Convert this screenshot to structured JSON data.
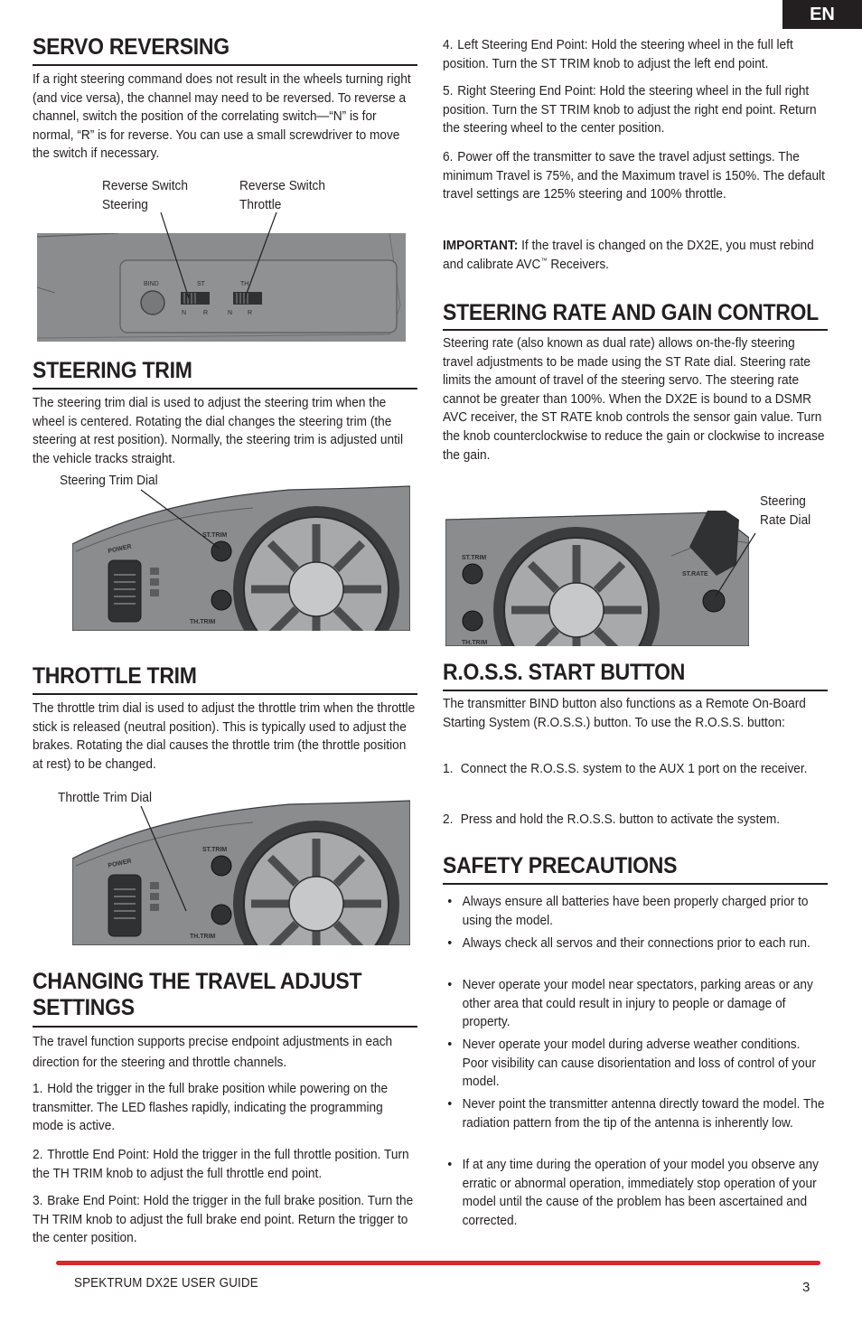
{
  "lang_tab": "EN",
  "servo_reversing": {
    "title": "SERVO REVERSING",
    "body": "If a right steering command does not result in the wheels turning right (and vice versa), the channel may need to be reversed. To reverse a channel, switch the position of the correlating switch—“N” is for normal, “R” is for reverse. You can use a small screwdriver to move the switch if necessary.",
    "label_steering": [
      "Reverse Switch",
      "Steering"
    ],
    "label_throttle": [
      "Reverse Switch",
      "Throttle"
    ],
    "panel_bind": "BIND",
    "panel_st": "ST",
    "panel_th": "TH",
    "panel_n1": "N",
    "panel_r1": "R",
    "panel_n2": "N",
    "panel_r2": "R"
  },
  "steering_trim": {
    "title": "STEERING TRIM",
    "body": "The steering trim dial is used to adjust the steering trim when the wheel is centered. Rotating the dial changes the steering trim (the steering at rest position). Normally, the steering trim is adjusted until the vehicle tracks straight.",
    "label": "Steering Trim Dial"
  },
  "throttle_trim": {
    "title": "THROTTLE TRIM",
    "body": "The throttle trim dial is used to adjust the throttle trim when the throttle stick is released (neutral position). This is typically used to adjust the brakes. Rotating the dial causes the throttle trim (the throttle position at rest) to be changed.",
    "label": "Throttle Trim Dial"
  },
  "transmitter_labels": {
    "power": "POWER",
    "st_trim": "ST.TRIM",
    "th_trim": "TH.TRIM",
    "st_rate": "ST.RATE"
  },
  "travel_adjust": {
    "title": "CHANGING THE TRAVEL ADJUST SETTINGS",
    "body": "The travel function supports precise endpoint adjustments in each direction for the steering and throttle channels.",
    "steps": [
      {
        "num": "1.",
        "text": "Hold the trigger in the full brake position while powering on the transmitter. The LED flashes rapidly, indicating the programming mode is active."
      },
      {
        "num": "2.",
        "text": "Throttle End Point: Hold the trigger in the full throttle position. Turn the TH TRIM knob to adjust the full throttle end point."
      },
      {
        "num": "3.",
        "text": "Brake End Point: Hold the trigger in the full brake position. Turn the TH TRIM knob to adjust the full brake end point. Return the trigger to the center position."
      },
      {
        "num": "4.",
        "text": "Left Steering End Point: Hold the steering wheel in the full left position. Turn the ST TRIM knob to adjust the left end point."
      },
      {
        "num": "5.",
        "text": "Right Steering End Point: Hold the steering wheel in the full right position. Turn the ST TRIM knob to adjust the right end point. Return the steering wheel to the center position."
      },
      {
        "num": "6.",
        "text": "Power off the transmitter to save the travel adjust settings. The minimum Travel is 75%, and the Maximum travel is 150%. The default travel settings are 125% steering and 100% throttle."
      }
    ],
    "important_label": "IMPORTANT:",
    "important_text": " If the travel is changed on the DX2E, you must rebind and calibrate AVC",
    "important_tm": "™",
    "important_tail": " Receivers."
  },
  "steering_rate": {
    "title": "STEERING RATE AND GAIN CONTROL",
    "body": "Steering rate (also known as dual rate) allows on-the-fly steering travel adjustments to be made using the ST Rate dial. Steering rate limits the amount of travel of the steering servo. The steering rate cannot be greater than 100%. When the DX2E is bound to a DSMR AVC receiver, the ST RATE knob controls the sensor gain value. Turn the knob counterclockwise to reduce the gain or clockwise to increase the gain.",
    "label": [
      "Steering",
      "Rate Dial"
    ]
  },
  "ross": {
    "title": "R.O.S.S. START BUTTON",
    "body": "The transmitter BIND button also functions as a Remote On-Board Starting System (R.O.S.S.) button. To use the R.O.S.S. button:",
    "steps": [
      {
        "num": "1.",
        "text": "Connect the R.O.S.S. system to the AUX 1 port on the receiver."
      },
      {
        "num": "2.",
        "text": "Press and hold the R.O.S.S. button to activate the system."
      }
    ]
  },
  "safety": {
    "title": "SAFETY PRECAUTIONS",
    "bullet": "•",
    "items": [
      "Always ensure all batteries have been properly charged prior to using the model.",
      "Always check all servos and their connections prior to each run.",
      "Never operate your model near spectators, parking areas or any other area that could result in injury to people or damage of property.",
      "Never operate your model during adverse weather conditions. Poor visibility can cause disorientation and loss of control of your model.",
      "Never point the transmitter antenna directly toward the model. The radiation pattern from the tip of the antenna is inherently low.",
      "If at any time during the operation of your model you observe any erratic or abnormal operation, immediately stop operation of your model until the cause of the problem has been ascertained and corrected."
    ]
  },
  "footer": {
    "guide": "SPEKTRUM DX2E USER GUIDE",
    "page": "3"
  },
  "colors": {
    "accent": "#d52a2f",
    "text": "#231f20",
    "figure_gray": "#8a8c8e"
  }
}
